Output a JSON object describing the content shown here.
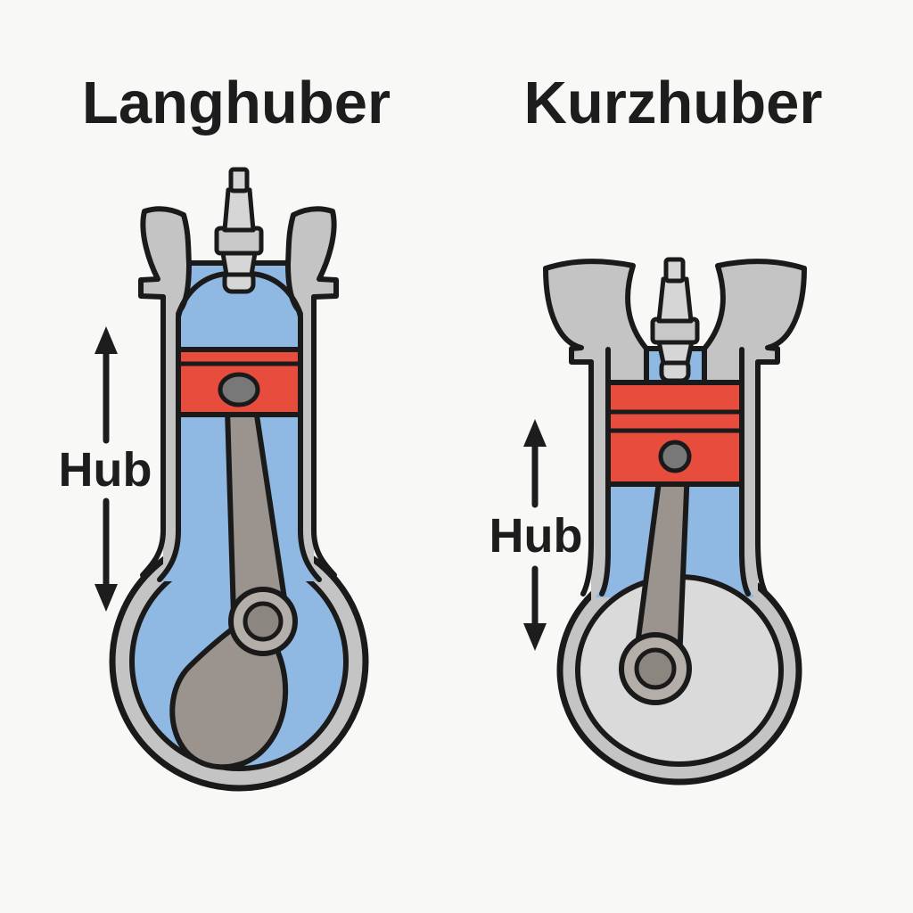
{
  "titles": {
    "left": "Langhuber",
    "right": "Kurzhuber"
  },
  "hub_labels": {
    "left": "Hub",
    "right": "Hub"
  },
  "colors": {
    "bg": "#f8f8f6",
    "text": "#1d1d1d",
    "outline": "#1a1a1a",
    "metal_gray": "#c4c4c4",
    "metal_light": "#dadada",
    "cylinder_blue": "#8fb8e3",
    "piston_red": "#e74c3c",
    "rod_gray": "#9a938e",
    "journal_outer": "#b4aea9",
    "journal_inner": "#8c8681",
    "pin_gray": "#787878",
    "plug_light": "#d6d6d6",
    "plug_mid": "#c8c8c8"
  }
}
